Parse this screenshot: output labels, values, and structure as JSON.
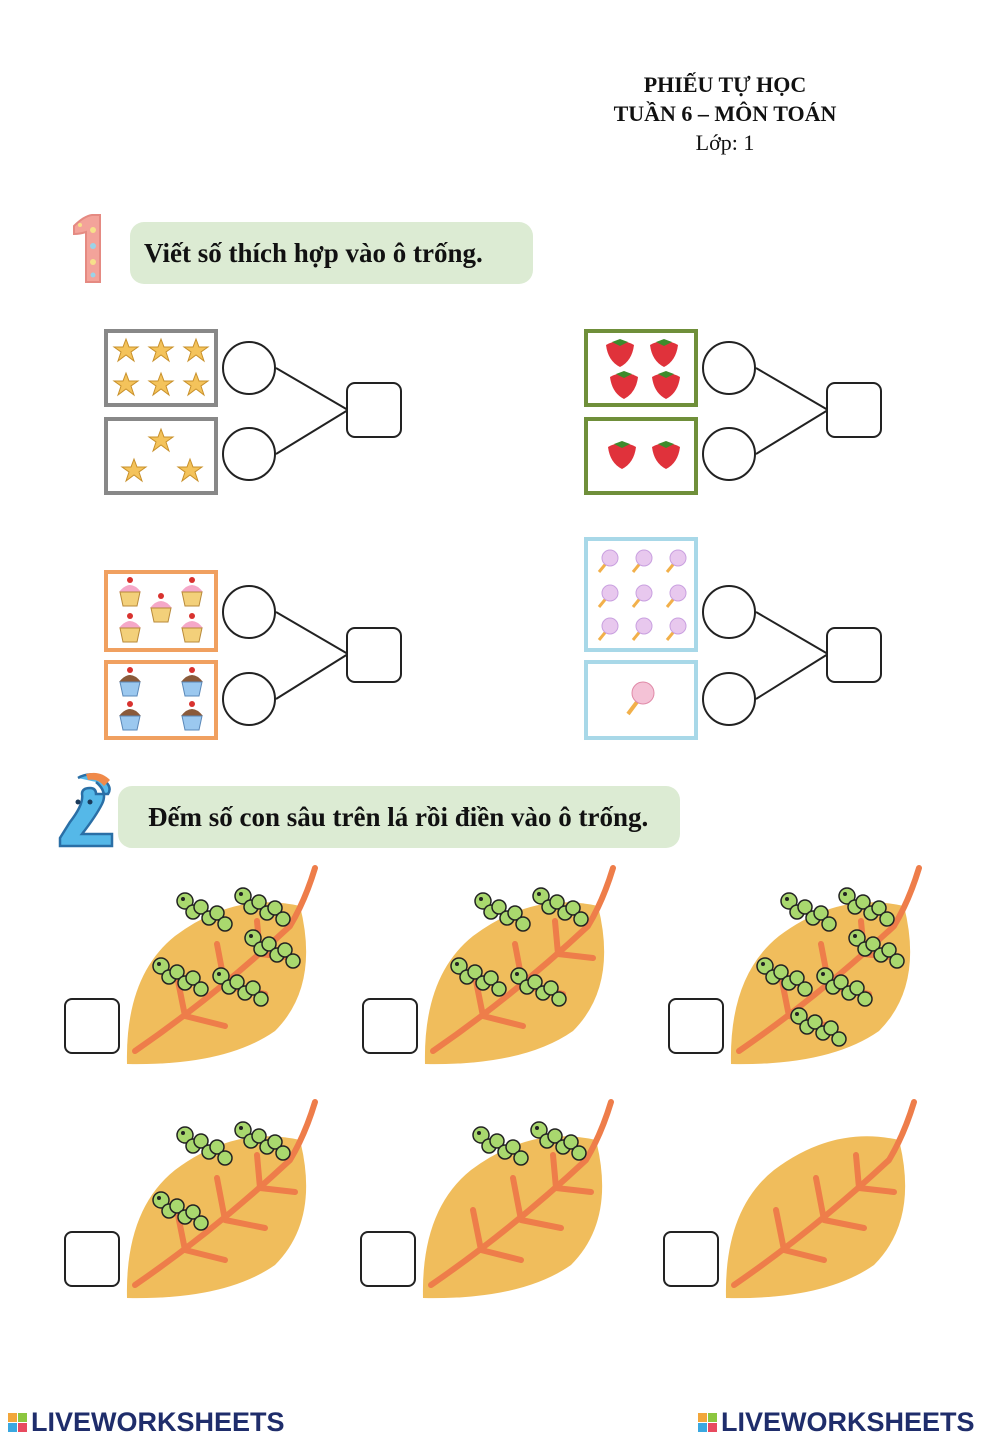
{
  "header": {
    "line1": "PHIẾU TỰ HỌC",
    "line2": "TUẦN 6 – MÔN TOÁN",
    "line3": "Lớp: 1"
  },
  "section1": {
    "number_icon": "number-one-decorated-icon",
    "instruction": "Viết số thích hợp vào ô trống.",
    "groups": [
      {
        "item": "star-icon",
        "top_count": 6,
        "bottom_count": 3,
        "border_color": "#888888"
      },
      {
        "item": "strawberry-icon",
        "top_count": 4,
        "bottom_count": 2,
        "border_color": "#6f8f3a"
      },
      {
        "item": "cupcake-icon",
        "top_count": 5,
        "bottom_count": 4,
        "border_color": "#f0a060"
      },
      {
        "item": "lollipop-icon",
        "top_count": 9,
        "bottom_count": 1,
        "border_color": "#a8d8e8"
      }
    ]
  },
  "section2": {
    "number_icon": "number-two-character-icon",
    "instruction": "Đếm số con sâu trên lá rồi điền vào ô trống.",
    "leaves": [
      {
        "caterpillars": 5
      },
      {
        "caterpillars": 4
      },
      {
        "caterpillars": 6
      },
      {
        "caterpillars": 3
      },
      {
        "caterpillars": 2
      },
      {
        "caterpillars": 0
      }
    ]
  },
  "footer": {
    "logo_left": "LIVEWORKSHEETS",
    "logo_right": "LIVEWORKSHEETS"
  },
  "colors": {
    "pill_bg": "#dcebd3",
    "leaf": "#f0bd5c",
    "vein": "#ee7d4a",
    "caterpillar": "#a9d86e",
    "logo_text": "#1f2d6b"
  }
}
